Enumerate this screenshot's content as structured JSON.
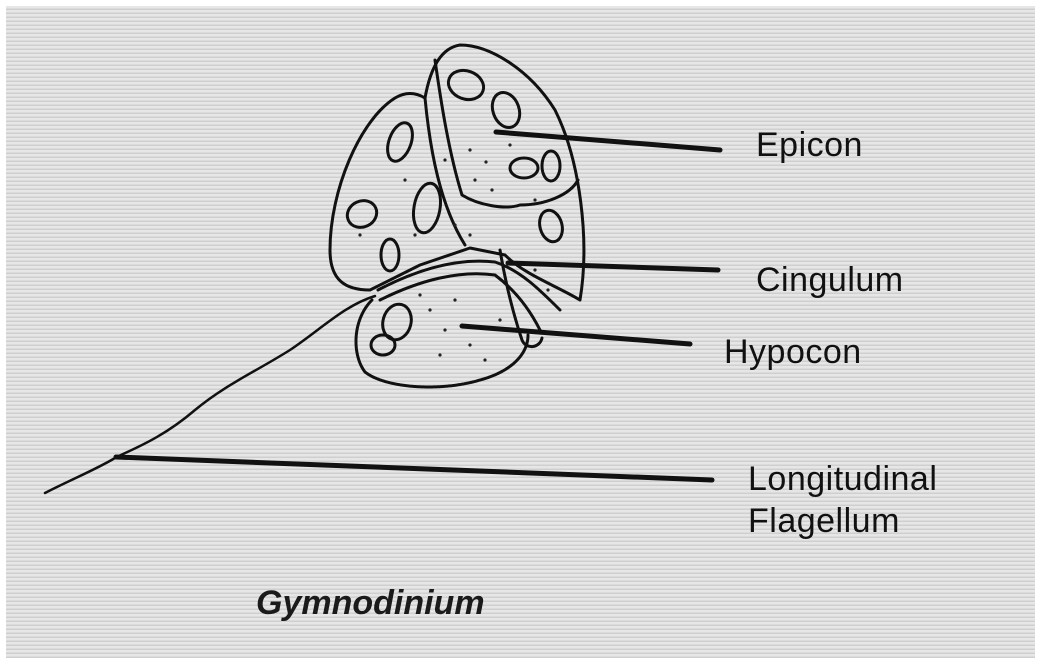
{
  "labels": {
    "epicon": "Epicon",
    "cingulum": "Cingulum",
    "hypocon": "Hypocon",
    "longitudinal_flagellum": [
      "Longitudinal",
      "Flagellum"
    ]
  },
  "caption": "Gymnodinium",
  "colors": {
    "background": "#dcdcdc",
    "ink": "#111111"
  }
}
